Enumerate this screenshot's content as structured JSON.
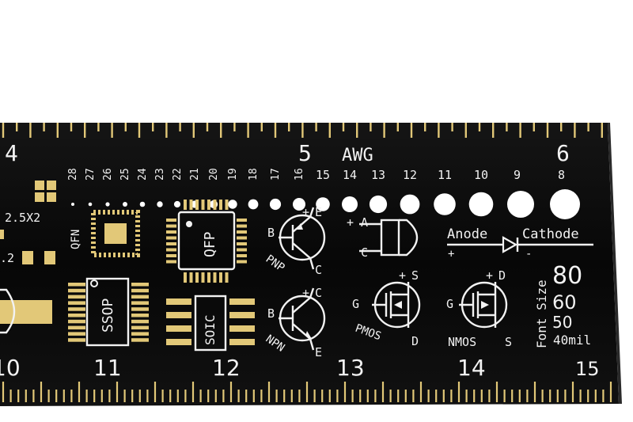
{
  "ruler": {
    "top_numbers": [
      "4",
      "5",
      "6"
    ],
    "bottom_numbers": [
      "10",
      "11",
      "12",
      "13",
      "14",
      "15"
    ],
    "awg_label": "AWG",
    "awg_sizes": [
      "28",
      "27",
      "26",
      "25",
      "24",
      "23",
      "22",
      "21",
      "20",
      "19",
      "18",
      "17",
      "16",
      "15",
      "14",
      "13",
      "12",
      "11",
      "10",
      "9",
      "8"
    ]
  },
  "packages": {
    "qfn": "QFN",
    "qfp": "QFP",
    "ssop": "SSOP",
    "soic": "SOIC",
    "smd_size": "2.5X2",
    "smd_size_partial": ".2"
  },
  "transistors": {
    "pnp": {
      "label": "PNP",
      "b": "B",
      "e": "E",
      "c": "C",
      "plus": "+"
    },
    "npn": {
      "label": "NPN",
      "b": "B",
      "e": "E",
      "c": "C",
      "plus": "+"
    },
    "pmos": {
      "label": "PMOS",
      "g": "G",
      "s": "S",
      "d": "D",
      "plus": "+"
    },
    "nmos": {
      "label": "NMOS",
      "g": "G",
      "s": "S",
      "d": "D",
      "plus": "+"
    }
  },
  "led": {
    "a": "A",
    "c": "C",
    "plus": "+"
  },
  "diode": {
    "anode": "Anode",
    "cathode": "Cathode",
    "plus": "+",
    "minus": "-"
  },
  "font_size": {
    "label": "Font Size",
    "sizes": [
      "80",
      "60",
      "50",
      "40mil"
    ]
  },
  "colors": {
    "board": "#0a0a0a",
    "silkscreen": "#f2f2f2",
    "gold": "#e2c878",
    "background": "#ffffff"
  }
}
